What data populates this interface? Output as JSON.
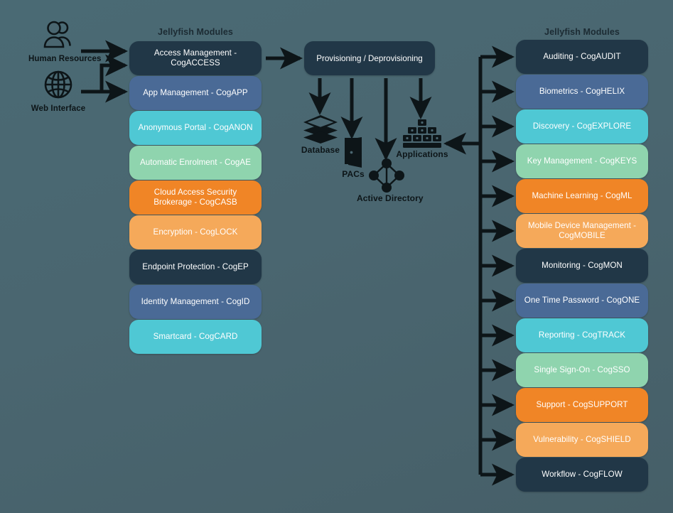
{
  "diagram": {
    "background_color": "#4a6670",
    "ink_color": "#0d1518",
    "palette": {
      "navy": "#213747",
      "slate": "#4a6a96",
      "cyan": "#4fc8d4",
      "mint": "#8fd4ae",
      "orange": "#f08526",
      "light_orange": "#f5a95a"
    }
  },
  "headings": {
    "left": "Jellyfish Modules",
    "right": "Jellyfish Modules"
  },
  "sources": [
    {
      "label": "Human Resources",
      "icon": "people-icon"
    },
    {
      "label": "Web Interface",
      "icon": "globe-icon"
    }
  ],
  "left_modules": [
    {
      "label": "Access Management - CogACCESS",
      "color": "navy"
    },
    {
      "label": "App Management - CogAPP",
      "color": "slate"
    },
    {
      "label": "Anonymous Portal - CogANON",
      "color": "cyan"
    },
    {
      "label": "Automatic Enrolment - CogAE",
      "color": "mint"
    },
    {
      "label": "Cloud Access Security Brokerage - CogCASB",
      "color": "orange"
    },
    {
      "label": "Encryption - CogLOCK",
      "color": "light_orange"
    },
    {
      "label": "Endpoint Protection - CogEP",
      "color": "navy"
    },
    {
      "label": "Identity Management - CogID",
      "color": "slate"
    },
    {
      "label": "Smartcard - CogCARD",
      "color": "cyan"
    }
  ],
  "center": {
    "provisioning_label": "Provisioning / Deprovisioning",
    "targets": [
      {
        "label": "Database",
        "icon": "database-stack-icon"
      },
      {
        "label": "PACs",
        "icon": "door-icon"
      },
      {
        "label": "Active Directory",
        "icon": "network-nodes-icon"
      },
      {
        "label": "Applications",
        "icon": "applications-grid-icon"
      }
    ]
  },
  "right_modules": [
    {
      "label": "Auditing - CogAUDIT",
      "color": "navy"
    },
    {
      "label": "Biometrics - CogHELIX",
      "color": "slate"
    },
    {
      "label": "Discovery - CogEXPLORE",
      "color": "cyan"
    },
    {
      "label": "Key Management - CogKEYS",
      "color": "mint"
    },
    {
      "label": "Machine Learning - CogML",
      "color": "orange"
    },
    {
      "label": "Mobile Device Management - CogMOBILE",
      "color": "light_orange"
    },
    {
      "label": "Monitoring - CogMON",
      "color": "navy"
    },
    {
      "label": "One Time Password - CogONE",
      "color": "slate"
    },
    {
      "label": "Reporting - CogTRACK",
      "color": "cyan"
    },
    {
      "label": "Single Sign-On - CogSSO",
      "color": "mint"
    },
    {
      "label": "Support - CogSUPPORT",
      "color": "orange"
    },
    {
      "label": "Vulnerability - CogSHIELD",
      "color": "light_orange"
    },
    {
      "label": "Workflow - CogFLOW",
      "color": "navy"
    }
  ]
}
